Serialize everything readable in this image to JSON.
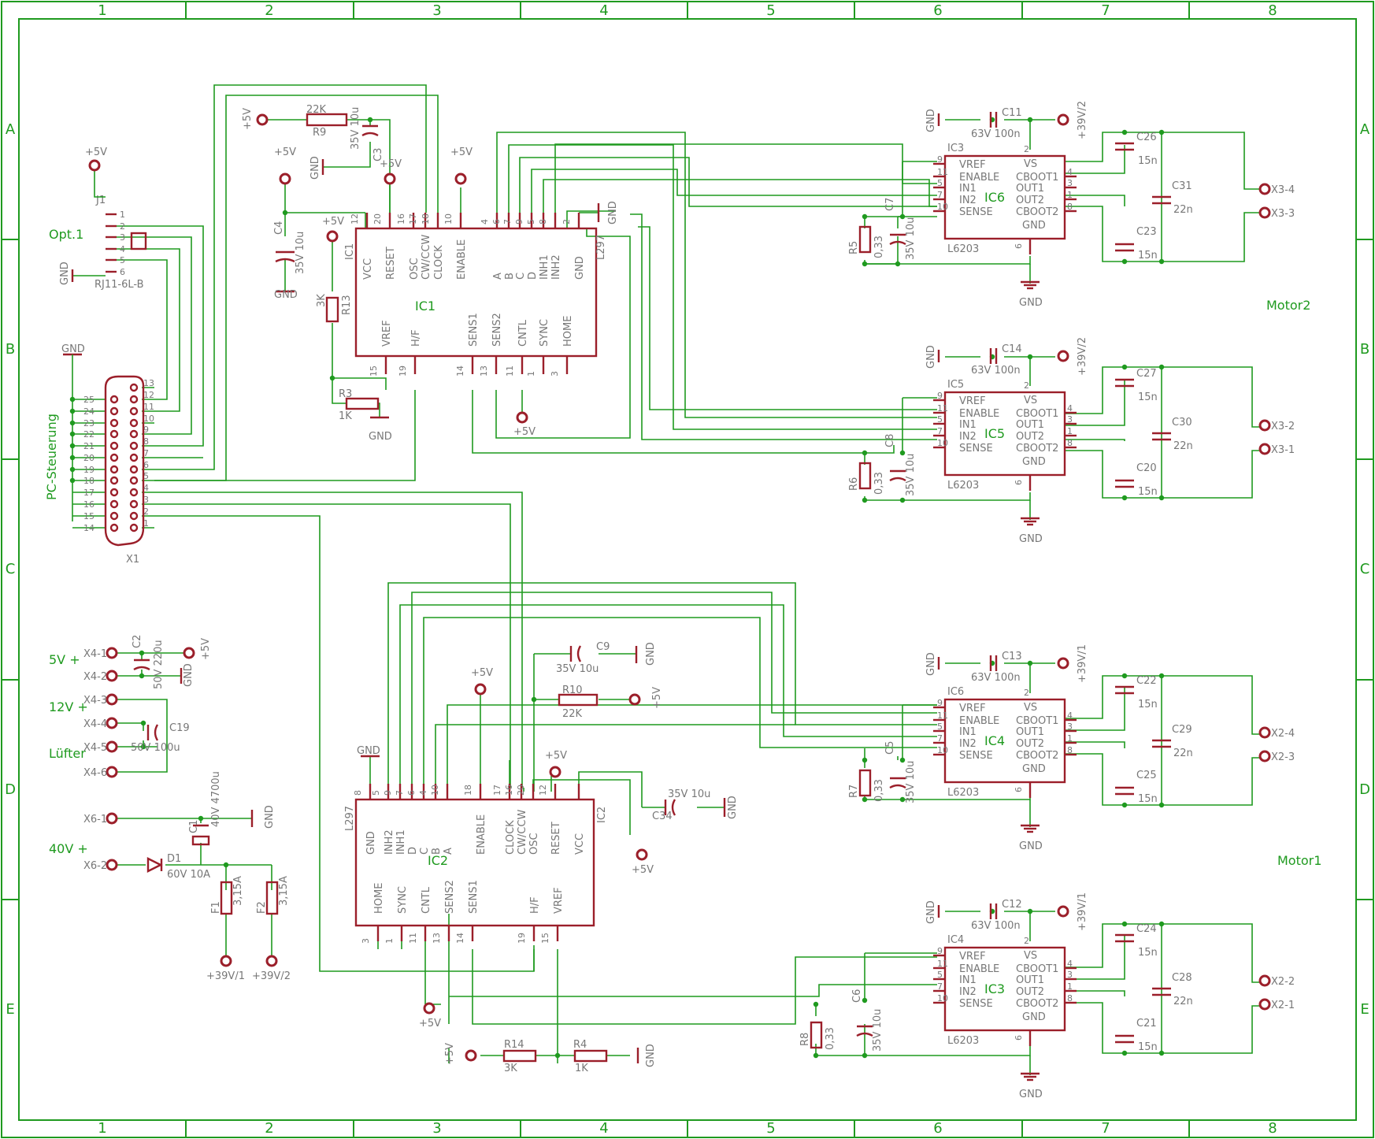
{
  "frame": {
    "columns": [
      "1",
      "2",
      "3",
      "4",
      "5",
      "6",
      "7",
      "8"
    ],
    "rows": [
      "A",
      "B",
      "C",
      "D",
      "E"
    ]
  },
  "section_labels": {
    "opt1": "Opt.1",
    "pc": "PC-Steuerung",
    "motor2": "Motor2",
    "motor1": "Motor1",
    "v5": "5V +",
    "v12": "12V +",
    "fan": "Lüfter",
    "v40": "40V +"
  },
  "nets": {
    "p5": "+5V",
    "gnd": "GND",
    "p39_1": "+39V/1",
    "p39_2": "+39V/2"
  },
  "connectors": {
    "j1": {
      "name": "J1",
      "type": "RJ11-6L-B",
      "pins": [
        "1",
        "2",
        "3",
        "4",
        "5",
        "6"
      ]
    },
    "x1": {
      "name": "X1",
      "pins_left": [
        "25",
        "24",
        "23",
        "22",
        "21",
        "20",
        "19",
        "18",
        "17",
        "16",
        "15",
        "14"
      ],
      "pins_right": [
        "13",
        "12",
        "11",
        "10",
        "9",
        "8",
        "7",
        "6",
        "5",
        "4",
        "3",
        "2",
        "1"
      ]
    },
    "power": [
      "X4-1",
      "X4-2",
      "X4-3",
      "X4-4",
      "X4-5",
      "X4-6",
      "X6-1",
      "X6-2"
    ],
    "motor": [
      "X3-4",
      "X3-3",
      "X3-2",
      "X3-1",
      "X2-4",
      "X2-3",
      "X2-2",
      "X2-1"
    ]
  },
  "l297": {
    "part": "L297",
    "top": {
      "name": "IC1",
      "pins_top": [
        "VCC",
        "RESET",
        "OSC",
        "CW/CCW",
        "CLOCK",
        "ENABLE",
        "A",
        "B",
        "C",
        "D",
        "INH1",
        "INH2",
        "GND"
      ],
      "nums_top": [
        "12",
        "20",
        "16",
        "17",
        "18",
        "10",
        "4",
        "6",
        "7",
        "9",
        "5",
        "8",
        "2"
      ],
      "pins_bottom": [
        "VREF",
        "H/F",
        "SENS1",
        "SENS2",
        "CNTL",
        "SYNC",
        "HOME"
      ],
      "nums_bottom": [
        "15",
        "19",
        "14",
        "13",
        "11",
        "1",
        "3"
      ]
    },
    "bottom": {
      "name": "IC2",
      "pins_top": [
        "GND",
        "INH2",
        "INH1",
        "D",
        "C",
        "B",
        "A",
        "ENABLE",
        "CLOCK",
        "CW/CCW",
        "OSC",
        "RESET",
        "VCC"
      ],
      "nums_top": [
        "8",
        "5",
        "9",
        "7",
        "6",
        "4",
        "10",
        "18",
        "17",
        "16",
        "20",
        "12"
      ],
      "pins_bottom": [
        "HOME",
        "SYNC",
        "CNTL",
        "SENS2",
        "SENS1",
        "H/F",
        "VREF"
      ],
      "nums_bottom": [
        "3",
        "1",
        "11",
        "13",
        "14",
        "19",
        "15"
      ]
    }
  },
  "l6203": {
    "part": "L6203",
    "pins_left": [
      "VREF",
      "ENABLE",
      "IN1",
      "IN2",
      "SENSE"
    ],
    "nums_left": [
      "9",
      "11",
      "5",
      "7",
      "10"
    ],
    "pins_right": [
      "CBOOT1",
      "OUT1",
      "OUT2",
      "CBOOT2"
    ],
    "nums_right": [
      "4",
      "3",
      "1",
      "8"
    ],
    "vs": "VS",
    "gnd": "GND",
    "vs_num": "2",
    "gnd_num": "6",
    "blocks": [
      {
        "tag": "IC3",
        "name": "IC6",
        "sense_r": "R5",
        "rval": "0,33",
        "cv": "C7",
        "cvv": "35V 10u",
        "cs": "C11",
        "csv": "63V 100n",
        "supply": "+39V/2",
        "cb1": "C26",
        "cb2": "C23",
        "cbv": "15n",
        "co": "C31",
        "cov": "22n",
        "xa": "X3-4",
        "xb": "X3-3"
      },
      {
        "tag": "IC5",
        "name": "IC5",
        "sense_r": "R6",
        "rval": "0,33",
        "cv": "C8",
        "cvv": "35V 10u",
        "cs": "C14",
        "csv": "63V 100n",
        "supply": "+39V/2",
        "cb1": "C27",
        "cb2": "C20",
        "cbv": "15n",
        "co": "C30",
        "cov": "22n",
        "xa": "X3-2",
        "xb": "X3-1"
      },
      {
        "tag": "IC6",
        "name": "IC4",
        "sense_r": "R7",
        "rval": "0,33",
        "cv": "C5",
        "cvv": "35V 10u",
        "cs": "C13",
        "csv": "63V 100n",
        "supply": "+39V/1",
        "cb1": "C22",
        "cb2": "C25",
        "cbv": "15n",
        "co": "C29",
        "cov": "22n",
        "xa": "X2-4",
        "xb": "X2-3"
      },
      {
        "tag": "IC4",
        "name": "IC3",
        "sense_r": "R8",
        "rval": "0,33",
        "cv": "C6",
        "cvv": "35V 10u",
        "cs": "C12",
        "csv": "63V 100n",
        "supply": "+39V/1",
        "cb1": "C24",
        "cb2": "C21",
        "cbv": "15n",
        "co": "C28",
        "cov": "22n",
        "xa": "X2-2",
        "xb": "X2-1"
      }
    ]
  },
  "parts": {
    "R9": {
      "name": "R9",
      "value": "22K"
    },
    "C3": {
      "name": "C3",
      "value": "35V 10u"
    },
    "C4": {
      "name": "C4",
      "value": "35V 10u"
    },
    "R13": {
      "name": "R13",
      "value": "3K"
    },
    "R3": {
      "name": "R3",
      "value": "1K"
    },
    "C9": {
      "name": "C9",
      "value": "35V 10u"
    },
    "R10": {
      "name": "R10",
      "value": "22K"
    },
    "C34": {
      "name": "C34",
      "value": "35V 10u"
    },
    "R14": {
      "name": "R14",
      "value": "3K"
    },
    "R4": {
      "name": "R4",
      "value": "1K"
    },
    "C2": {
      "name": "C2",
      "value": "50V 220u"
    },
    "C19": {
      "name": "C19",
      "value": "50V 100u"
    },
    "C1": {
      "name": "C1",
      "value": "40V 4700u"
    },
    "D1": {
      "name": "D1",
      "value": "60V 10A"
    },
    "F1": {
      "name": "F1",
      "value": "3,15A"
    },
    "F2": {
      "name": "F2",
      "value": "3,15A"
    }
  }
}
